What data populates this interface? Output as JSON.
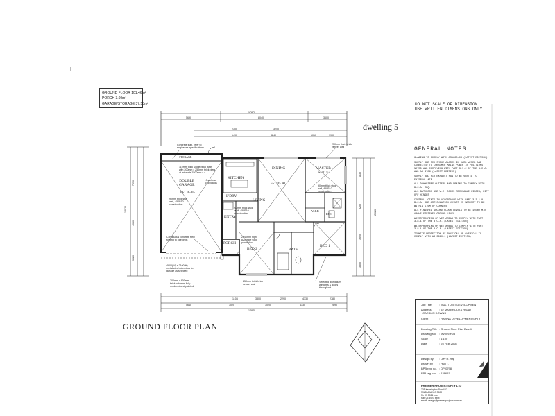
{
  "area_schedule": {
    "ground_floor": "GROUND FLOOR 101.46m²",
    "porch": "PORCH 3.60m²",
    "garage_storage": "GARAGE/STORAGE 37.58m²"
  },
  "disclaimer": [
    "DO NOT SCALE OF DIMENSION",
    "USE WRITTEN DIMENSIONS ONLY"
  ],
  "dwelling_label": "dwelling 5",
  "general_notes": {
    "title": "GENERAL NOTES",
    "items": [
      "GLAZING TO COMPLY WITH AS1288-06 (LATEST EDITION)",
      "SUPPLY AND FIX SMOKE ALARMS IN HARD WIRED AND CONNECTED TO CONSUMER MAINS POWER IN POSITIONS NOTED AND COMPLYING WITH PART 3.7.2 OF THE B.C.A. AND AS 3786 (LATEST EDITION)",
      "SUPPLY AND FIX EXHAUST FAN TO BE VENTED TO EXTERNAL AIR",
      "ALL DOWNPIPES GUTTERS AND DRAINS TO COMPLY WITH B.C.A. REQ.",
      "ALL BATHROOM AND W.C. DOORS REMOVABLE HINGES, LIFT OFF HINGES",
      "CONTROL JOINTS IN ACCORDANCE WITH PART 3.3.1.8 B.C.A. AND ARTICULATION JOINTS IN MASONRY TO BE WITHIN 5-6M OF CORNERS",
      "ALL FINISHED GROUND FLOOR LEVELS TO BE 150mm MIN ABOVE FINISHED GROUND LEVEL",
      "WATERPROOFING OF WET AREAS TO COMPLY WITH PART 3.8.1 OF THE B.C.A. (LATEST EDITION)",
      "WATERPROOFING OF WET AREAS TO COMPLY WITH PART 3.8.1 OF THE B.C.A. (LATEST EDITION)",
      "TERMITE PROTECTION BY PHYSICAL OR CHEMICAL TO COMPLY WITH AS 3660.1 (LATEST EDITION)"
    ]
  },
  "plan_title": "GROUND FLOOR PLAN",
  "rooms": {
    "storage": "STORAGE",
    "garage": "DOUBLE\nGARAGE",
    "garage_ffl": "FFL 45.65",
    "kitchen": "KITCHEN",
    "dining": "DINING",
    "dining_ffl": "FFL 45.90",
    "master": "MASTER\nSUITE",
    "ldry": "L'DRY",
    "living": "LIVING",
    "entry": "ENTRY",
    "porch": "PORCH",
    "wir": "W.I.R",
    "ensuite": "ENS",
    "bed1": "BED 1",
    "bed2": "BED 2",
    "bath": "BATH",
    "overhead_cupboards": "Overhead\ncupboards"
  },
  "plan_notes": {
    "concrete_slab": "Concrete slab, refer to\nengineer's specifications",
    "brick_walls": "110mm thick single brick walls\nwith 200mm x 250mm thick piers\nat intervals 1500mm c-c",
    "stud_wall_garage": "90mm thick stud\nwall, 450P10\nconstruction",
    "strip_footing": "Continuous concrete strip\nfooting to openings",
    "rolled_door": "4800(W) x 2100(H)\nmetal/steel roller door to\ngarage as selected",
    "brick_veneer": "250mm thick brick\nveneer wall",
    "stud_wall_master": "90mm thick stud\nwall, 450P10\nconstruction",
    "stud_wall_entry": "90mm thick stud\nwall, 450P10\nconstruction",
    "brick_veneer_bottom": "250mm thick brick\nveneer wall",
    "fence": "200mm x 900mm\nbrick columns fully\nrendered and painted",
    "solid_door": "2040mm high\n820 wide solid\npanel door",
    "aluminium": "Selected aluminium\nwindows & doors\nthroughout"
  },
  "dimensions": {
    "top_overall": "17870",
    "top_parts": [
      "5690",
      "8040",
      "3600"
    ],
    "top_sub": [
      "2300",
      "3240",
      "1490",
      "3240",
      "1010",
      "1900"
    ],
    "bottom_overall": "17870",
    "bottom_parts": [
      "5640",
      "3020",
      "3020",
      "4330",
      "2890"
    ],
    "bottom_sub": [
      "1104",
      "3300",
      "2290",
      "4330",
      "2780"
    ],
    "left_overall": "15020",
    "left_parts": [
      "7070",
      "4030",
      "3920"
    ],
    "right_overall": "15020",
    "right_parts": [
      "4830",
      "3200",
      "3690",
      "3300"
    ]
  },
  "title_block": {
    "job_title_label": "Job Title",
    "job_title": ": MULTI UNIT DEVELOPMENT",
    "address_label": "Address",
    "address": ": 52 MAYBROOKS ROAD\n  CARSLIN DOWNS",
    "client_label": "Client",
    "client": ": RAVINA DEVELOPMENTS PTY",
    "drawing_title_label": "Drawing Title",
    "drawing_title": ": Ground Floor Plan Dwelli",
    "drawing_no_label": "Drawing No.",
    "drawing_no": ": 96/009-H05",
    "scale_label": "Scale",
    "scale": ": 1:100",
    "date_label": "Date",
    "date": ": 25 FEB 2008",
    "design_label": "Design by",
    "design": ": Dev R. Raj",
    "drawn_label": "Drawn by",
    "drawn": ": Hug T.",
    "bpb_label": "BPB reg. no.",
    "bpb": ": DP-0798",
    "fpa_label": "FPA reg. no.",
    "fpa": ": 128697",
    "company": "PREMIER PROJECTS  PTY LTD",
    "company_addr": "335 Kensington Road N3\nMILDURA VIC 3500\nPh 03 5021 xxxx\nFax 03 5021 xxxx\nemail: design@premierprojects.com.au"
  }
}
